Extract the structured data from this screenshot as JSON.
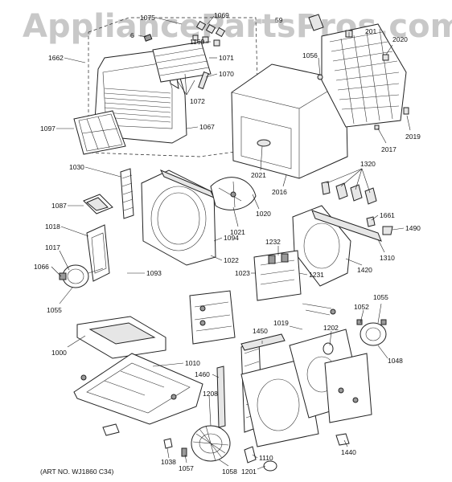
{
  "watermark": "AppliancePartsPros.com",
  "art_number": "(ART NO. WJ1860 C34)",
  "callouts": [
    {
      "id": "1075",
      "text": "1075"
    },
    {
      "id": "1069",
      "text": "1069"
    },
    {
      "id": "6",
      "text": "6"
    },
    {
      "id": "1169",
      "text": "1169"
    },
    {
      "id": "1071",
      "text": "1071"
    },
    {
      "id": "1070",
      "text": "1070"
    },
    {
      "id": "1072",
      "text": "1072"
    },
    {
      "id": "1067",
      "text": "1067"
    },
    {
      "id": "1662",
      "text": "1662"
    },
    {
      "id": "1097",
      "text": "1097"
    },
    {
      "id": "1030",
      "text": "1030"
    },
    {
      "id": "1087",
      "text": "1087"
    },
    {
      "id": "1018",
      "text": "1018"
    },
    {
      "id": "1017",
      "text": "1017"
    },
    {
      "id": "1066",
      "text": "1066"
    },
    {
      "id": "1055a",
      "text": "1055"
    },
    {
      "id": "1093",
      "text": "1093"
    },
    {
      "id": "1022",
      "text": "1022"
    },
    {
      "id": "1094",
      "text": "1094"
    },
    {
      "id": "1021",
      "text": "1021"
    },
    {
      "id": "1020",
      "text": "1020"
    },
    {
      "id": "2021",
      "text": "2021"
    },
    {
      "id": "2016",
      "text": "2016"
    },
    {
      "id": "1056",
      "text": "1056"
    },
    {
      "id": "59",
      "text": "59"
    },
    {
      "id": "201",
      "text": "201"
    },
    {
      "id": "2020",
      "text": "2020"
    },
    {
      "id": "2017",
      "text": "2017"
    },
    {
      "id": "2019",
      "text": "2019"
    },
    {
      "id": "1320",
      "text": "1320"
    },
    {
      "id": "1661",
      "text": "1661"
    },
    {
      "id": "1490",
      "text": "1490"
    },
    {
      "id": "1310",
      "text": "1310"
    },
    {
      "id": "1420",
      "text": "1420"
    },
    {
      "id": "1232",
      "text": "1232"
    },
    {
      "id": "1023",
      "text": "1023"
    },
    {
      "id": "1231",
      "text": "1231"
    },
    {
      "id": "1019",
      "text": "1019"
    },
    {
      "id": "1450",
      "text": "1450"
    },
    {
      "id": "1202",
      "text": "1202"
    },
    {
      "id": "1052",
      "text": "1052"
    },
    {
      "id": "1055b",
      "text": "1055"
    },
    {
      "id": "1048",
      "text": "1048"
    },
    {
      "id": "1000",
      "text": "1000"
    },
    {
      "id": "1010",
      "text": "1010"
    },
    {
      "id": "1460",
      "text": "1460"
    },
    {
      "id": "1208",
      "text": "1208"
    },
    {
      "id": "1038",
      "text": "1038"
    },
    {
      "id": "1057",
      "text": "1057"
    },
    {
      "id": "1058",
      "text": "1058"
    },
    {
      "id": "1110",
      "text": "1110"
    },
    {
      "id": "1201",
      "text": "1201"
    },
    {
      "id": "1440",
      "text": "1440"
    }
  ]
}
